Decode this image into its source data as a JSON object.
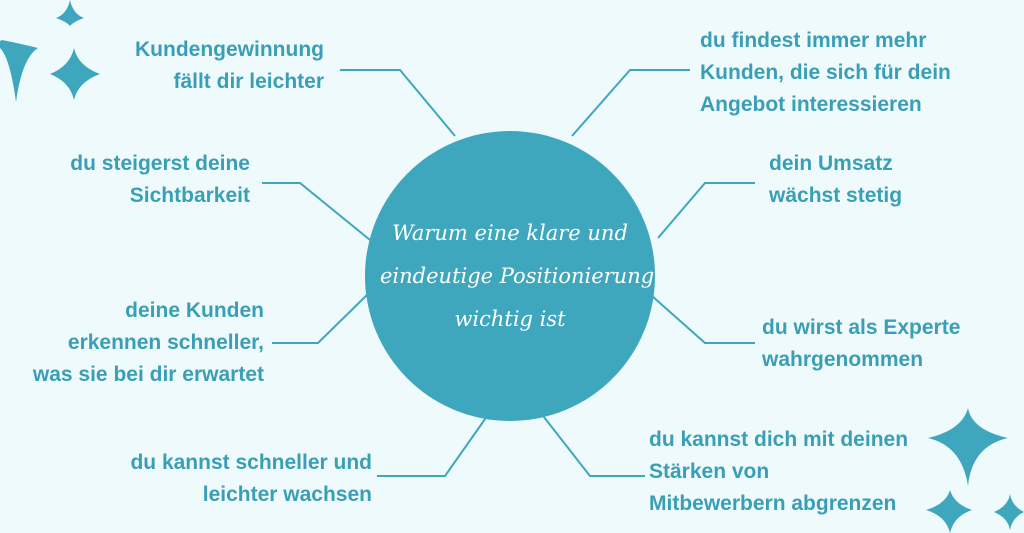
{
  "center": {
    "lines": [
      "Warum eine klare und",
      "eindeutige Positionierung",
      "wichtig ist"
    ]
  },
  "benefits": {
    "left": [
      {
        "lines": [
          "Kundengewinnung",
          "fällt dir leichter"
        ]
      },
      {
        "lines": [
          "du steigerst deine",
          "Sichtbarkeit"
        ]
      },
      {
        "lines": [
          "deine Kunden",
          "erkennen schneller,",
          "was sie bei dir erwartet"
        ]
      },
      {
        "lines": [
          "du kannst schneller und",
          "leichter wachsen"
        ]
      }
    ],
    "right": [
      {
        "lines": [
          "du findest immer mehr",
          "Kunden, die sich für dein",
          "Angebot interessieren"
        ]
      },
      {
        "lines": [
          "dein Umsatz",
          "wächst stetig"
        ]
      },
      {
        "lines": [
          "du wirst als Experte",
          "wahrgenommen"
        ]
      },
      {
        "lines": [
          "du kannst dich mit deinen",
          "Stärken von",
          "Mitbewerbern abgrenzen"
        ]
      }
    ]
  },
  "colors": {
    "background": "#eefafc",
    "accent": "#3fa7bd",
    "text": "#3a9fb6",
    "connector": "#3fa7bd",
    "hub_text": "#ffffff"
  },
  "decorations": [
    "sparkle-star-icon"
  ]
}
